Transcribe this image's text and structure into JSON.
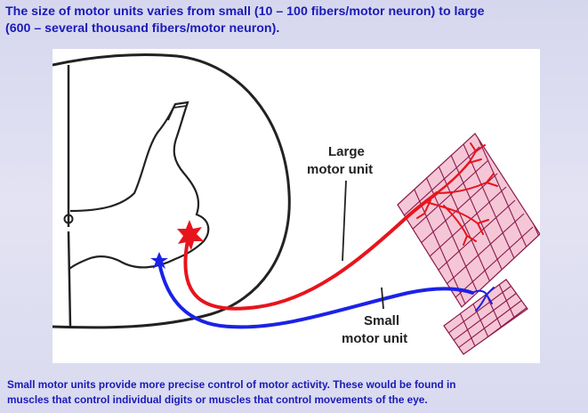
{
  "header": {
    "title_line1": "The size of motor units varies from small (10 – 100 fibers/motor neuron) to large",
    "title_line2": "(600 – several thousand fibers/motor neuron)."
  },
  "figure": {
    "large_label_line1": "Large",
    "large_label_line2": "motor unit",
    "small_label_line1": "Small",
    "small_label_line2": "motor unit",
    "colors": {
      "large_neuron": "#e8141c",
      "small_neuron": "#1b22e6",
      "muscle_grid": "#8a1a4a",
      "muscle_fill": "#f5c6d6",
      "outline": "#222222"
    },
    "icons": [
      "large-neuron-star-icon",
      "small-neuron-star-icon"
    ]
  },
  "caption": {
    "line1": "Small motor units provide more precise control of motor activity.  These would be found in",
    "line2": "muscles that control individual digits or muscles that control movements of the eye."
  }
}
